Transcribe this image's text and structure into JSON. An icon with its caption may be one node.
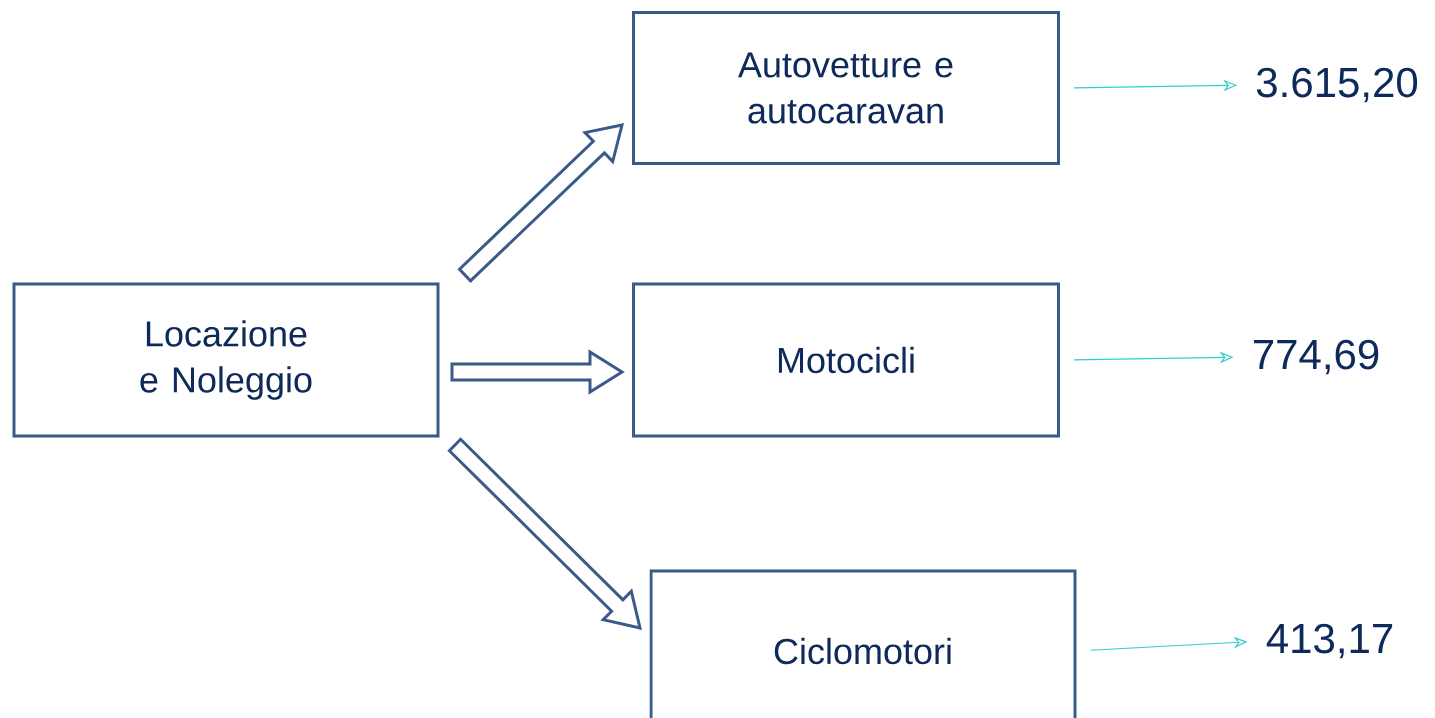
{
  "diagram": {
    "nodes": [
      {
        "text": [
          "Locazione e Noleggio"
        ]
      },
      {
        "text": [
          "Autovetture e autocaravan"
        ]
      },
      {
        "text": [
          "Motocicli"
        ]
      },
      {
        "text": [
          "Ciclomotori"
        ]
      },
      {
        "text": [
          "3.615,20"
        ]
      },
      {
        "text": [
          "774,69"
        ]
      },
      {
        "text": [
          "413,17"
        ]
      }
    ],
    "edges": [
      {
        "from": 0,
        "to": 1,
        "arrow": "to",
        "style": "thick"
      },
      {
        "from": 0,
        "to": 2,
        "arrow": "to",
        "style": "thick"
      },
      {
        "from": 0,
        "to": 3,
        "arrow": "to",
        "style": "thick"
      },
      {
        "from": 1,
        "to": 4,
        "arrow": "to",
        "color": "#33cccc"
      },
      {
        "from": 2,
        "to": 5,
        "arrow": "to",
        "color": "#33cccc"
      },
      {
        "from": 3,
        "to": 6,
        "arrow": "to",
        "color": "#33cccc"
      }
    ]
  }
}
